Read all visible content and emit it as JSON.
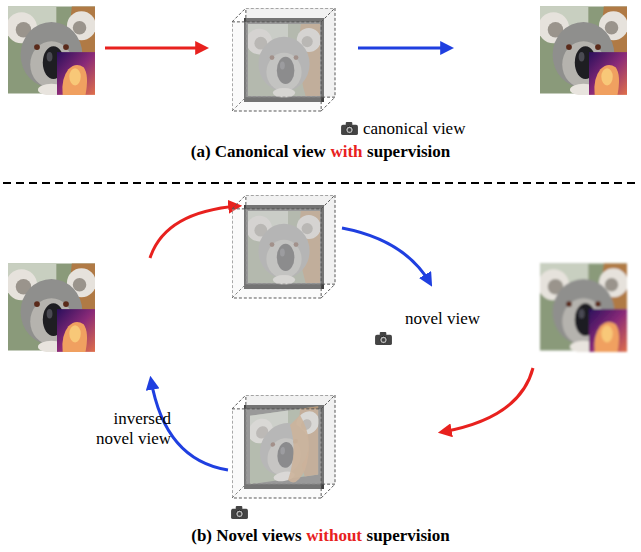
{
  "diagram": {
    "labels": [
      "canonical view",
      "(a) Canonical view",
      "with",
      "supervision",
      "novel view",
      "inversed novel view",
      "(b) Novel views",
      "without",
      "supervision"
    ]
  }
}
